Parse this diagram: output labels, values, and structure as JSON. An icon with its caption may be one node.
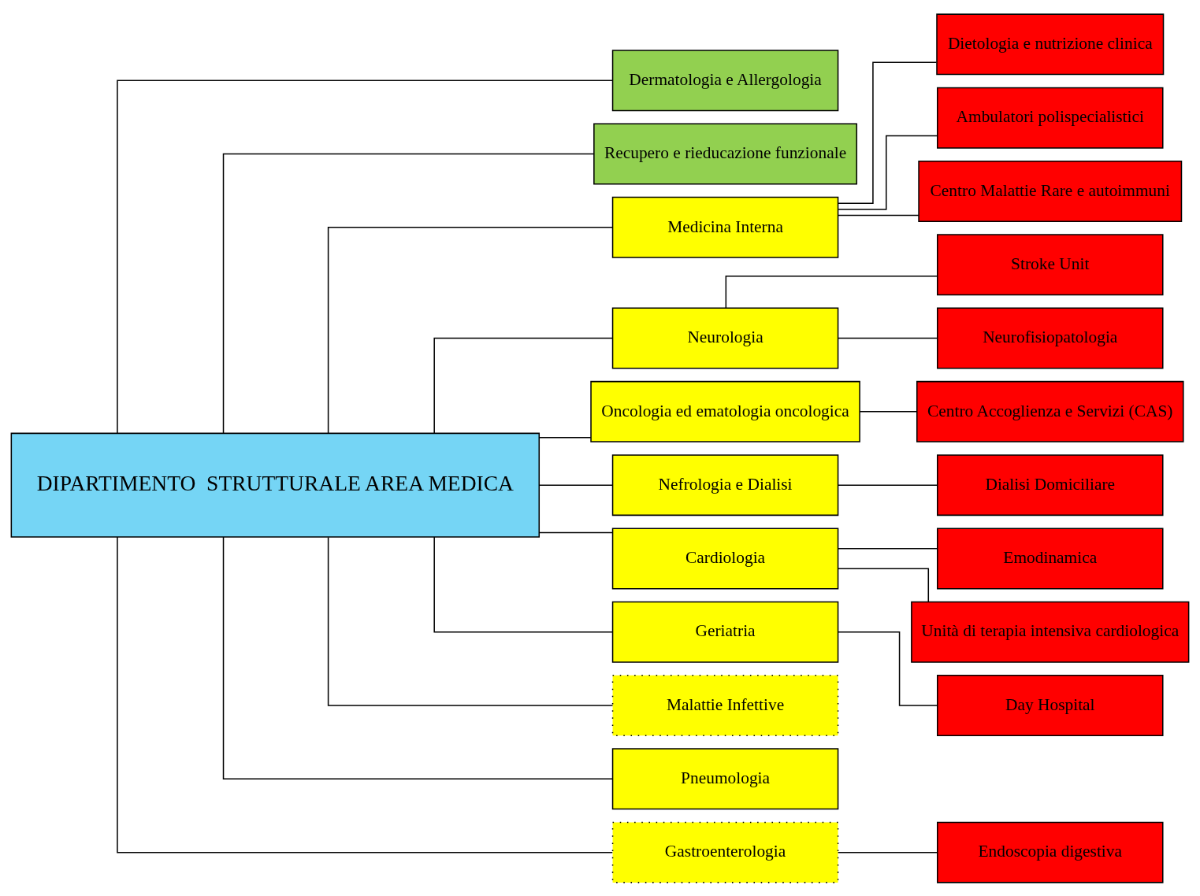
{
  "diagram": {
    "nodes": [
      {
        "text": [
          "DIPARTIMENTO  STRUTTURALE AREA MEDICA"
        ]
      },
      {
        "text": [
          "Dermatologia e Allergologia"
        ]
      },
      {
        "text": [
          "Recupero e rieducazione funzionale"
        ]
      },
      {
        "text": [
          "Dietologia e nutrizione clinica"
        ]
      },
      {
        "text": [
          "Stroke Unit"
        ]
      },
      {
        "text": [
          "Medicina Interna"
        ]
      },
      {
        "text": [
          "Neurologia"
        ]
      },
      {
        "text": [
          "Ambulatori polispecialistici"
        ]
      },
      {
        "text": [
          "Neurofisiopatologia"
        ]
      },
      {
        "text": [
          "Centro Malattie Rare e autoimmuni"
        ]
      },
      {
        "text": [
          "Oncologia ed ematologia oncologica"
        ]
      },
      {
        "text": [
          "Centro Accoglienza e Servizi (CAS)"
        ]
      },
      {
        "text": [
          "Dialisi Domiciliare"
        ]
      },
      {
        "text": [
          "Nefrologia e Dialisi"
        ]
      },
      {
        "text": [
          "Emodinamica"
        ]
      },
      {
        "text": [
          "Cardiologia"
        ]
      },
      {
        "text": [
          "Day Hospital"
        ]
      },
      {
        "text": [
          "Geriatria"
        ]
      },
      {
        "text": [
          "Unità di terapia intensiva cardiologica"
        ]
      },
      {
        "text": [
          "Malattie Infettive"
        ]
      },
      {
        "text": [
          "Pneumologia"
        ]
      },
      {
        "text": [
          "Gastroenterologia"
        ]
      },
      {
        "text": [
          "Endoscopia digestiva"
        ]
      }
    ],
    "edges": [
      {
        "from": 0,
        "to": 1,
        "arrow": "none"
      },
      {
        "from": 0,
        "to": 2,
        "arrow": "none"
      },
      {
        "from": 0,
        "to": 5,
        "arrow": "none"
      },
      {
        "from": 0,
        "to": 6,
        "arrow": "none"
      },
      {
        "from": 0,
        "to": 10,
        "arrow": "none"
      },
      {
        "from": 0,
        "to": 13,
        "arrow": "none"
      },
      {
        "from": 0,
        "to": 15,
        "arrow": "none"
      },
      {
        "from": 0,
        "to": 17,
        "arrow": "none"
      },
      {
        "from": 0,
        "to": 19,
        "arrow": "none"
      },
      {
        "from": 0,
        "to": 20,
        "arrow": "none"
      },
      {
        "from": 0,
        "to": 21,
        "arrow": "none"
      },
      {
        "from": 5,
        "to": 3,
        "arrow": "none"
      },
      {
        "from": 5,
        "to": 7,
        "arrow": "none"
      },
      {
        "from": 5,
        "to": 9,
        "arrow": "none"
      },
      {
        "from": 6,
        "to": 4,
        "arrow": "none"
      },
      {
        "from": 6,
        "to": 8,
        "arrow": "none"
      },
      {
        "from": 10,
        "to": 11,
        "arrow": "none"
      },
      {
        "from": 13,
        "to": 12,
        "arrow": "none"
      },
      {
        "from": 15,
        "to": 14,
        "arrow": "none"
      },
      {
        "from": 15,
        "to": 18,
        "arrow": "none"
      },
      {
        "from": 17,
        "to": 16,
        "arrow": "none"
      },
      {
        "from": 21,
        "to": 22,
        "arrow": "none"
      }
    ]
  }
}
